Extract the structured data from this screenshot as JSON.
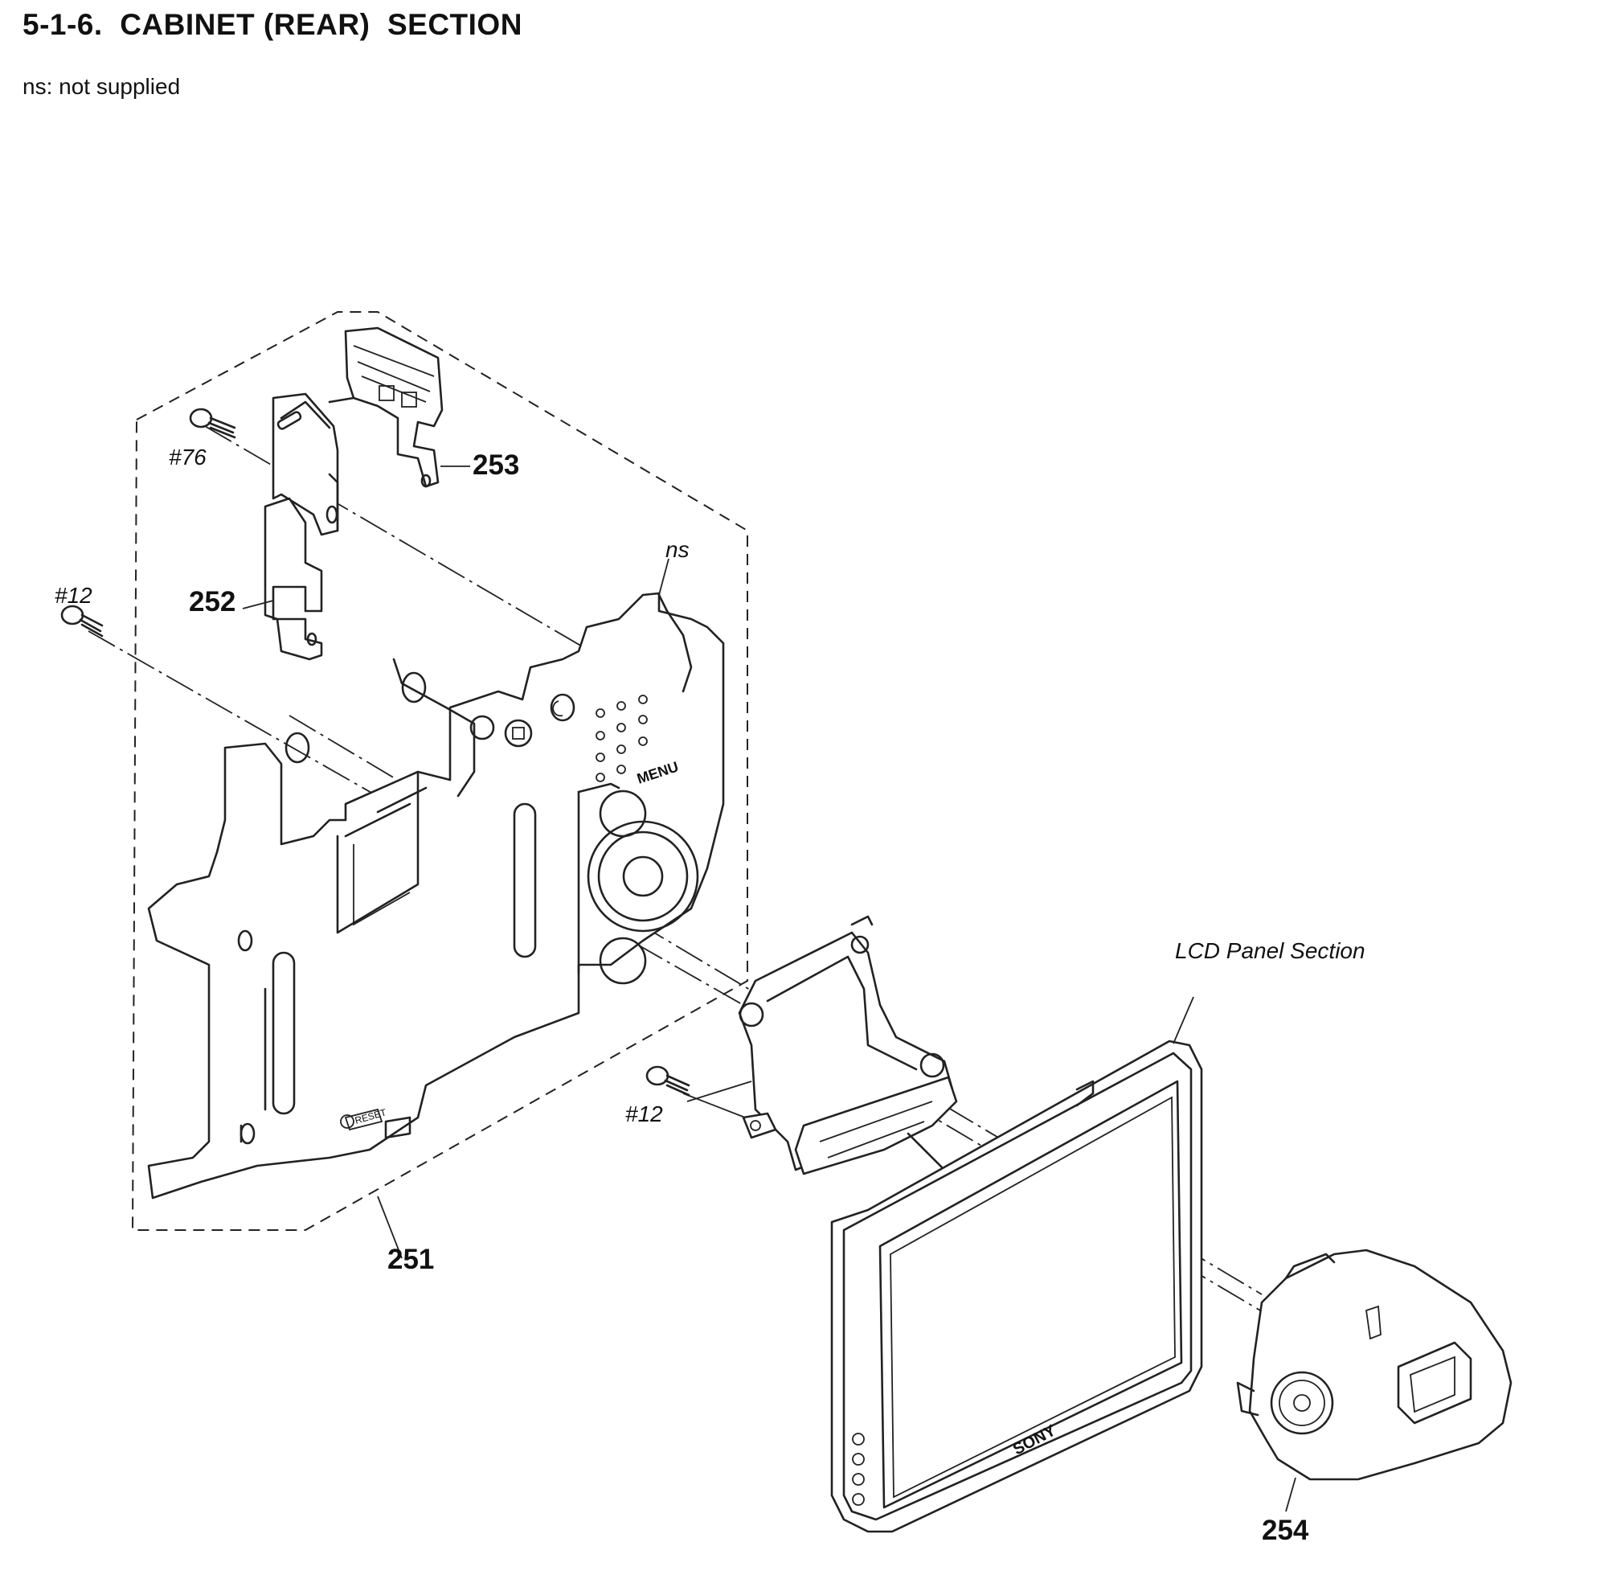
{
  "header": {
    "title": "5-1-6.  CABINET (REAR)  SECTION",
    "note": "ns: not supplied"
  },
  "labels": {
    "part_251": "251",
    "part_252": "252",
    "part_253": "253",
    "part_254": "254",
    "screw_76": "#76",
    "screw_12_left": "#12",
    "screw_12_mid": "#12",
    "ns_label": "ns",
    "lcd_section": "LCD Panel Section",
    "menu_text": "MENU",
    "reset_text": "RESET",
    "brand_text": "SONY"
  }
}
